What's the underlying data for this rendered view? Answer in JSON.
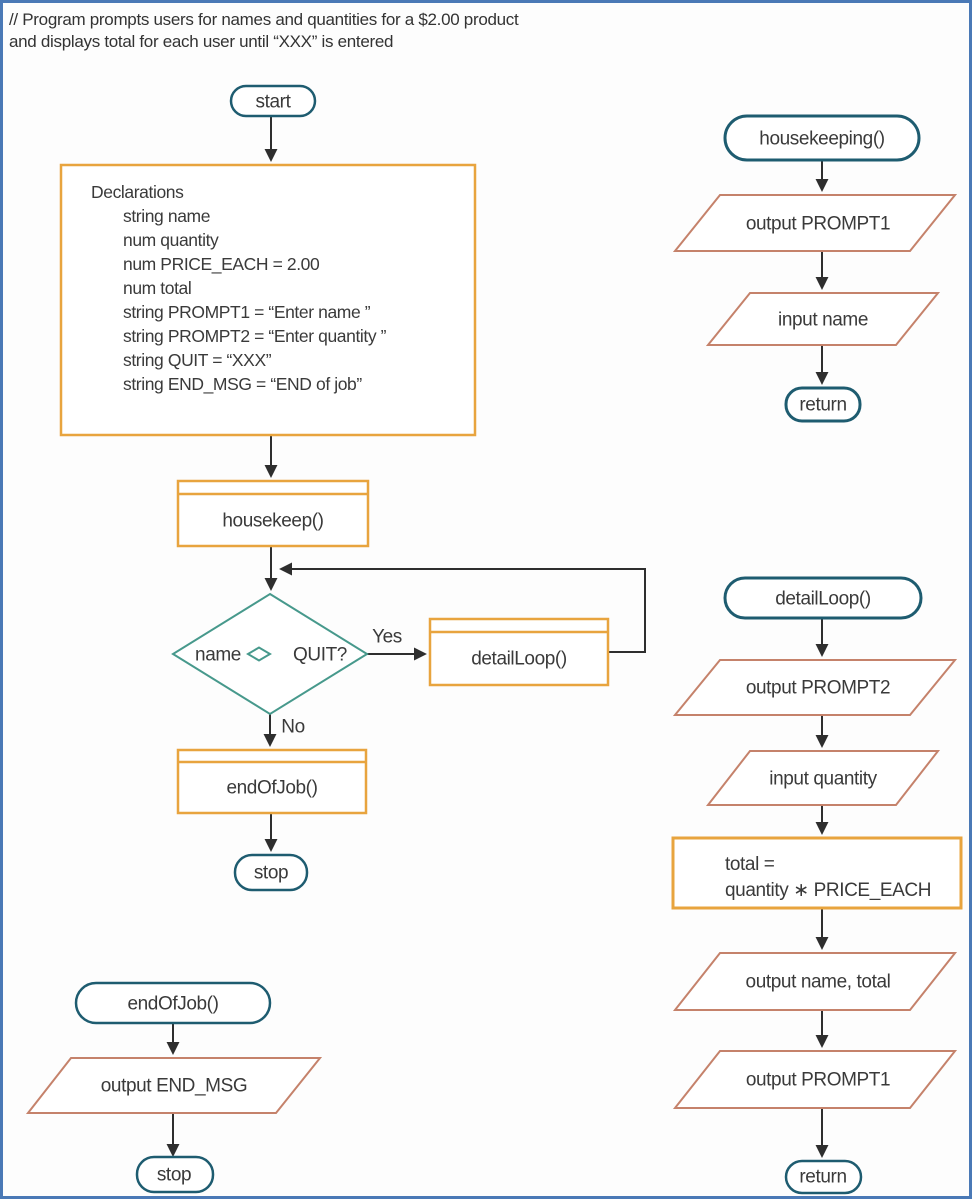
{
  "comment": {
    "line1": "// Program prompts users for names and quantities for a $2.00 product",
    "line2": "and displays total for each user until  “XXX” is entered"
  },
  "colors": {
    "page_border": "#4a79b6",
    "terminal_border": "#1e5c70",
    "process_border": "#e8a43e",
    "io_border": "#c5826b",
    "decision_border": "#47998c",
    "flow_line": "#2e2e2e",
    "text": "#3a3a3a"
  },
  "main_flow": {
    "start_label": "start",
    "declarations": {
      "title": "Declarations",
      "lines": [
        "string name",
        "num quantity",
        "num PRICE_EACH = 2.00",
        "num total",
        "string PROMPT1 = “Enter name ”",
        "string PROMPT2 = “Enter quantity ”",
        "string QUIT = “XXX”",
        "string END_MSG = “END of job”"
      ]
    },
    "housekeep_label": "housekeep()",
    "decision": {
      "left": "name",
      "operator": "not-equal-diamond",
      "right": "QUIT?",
      "yes_label": "Yes",
      "no_label": "No"
    },
    "detailloop_label": "detailLoop()",
    "endofjob_label": "endOfJob()",
    "stop_label": "stop"
  },
  "housekeeping_sub": {
    "title": "housekeeping()",
    "step1": "output PROMPT1",
    "step2": "input name",
    "return_label": "return"
  },
  "detailloop_sub": {
    "title": "detailLoop()",
    "step1": "output PROMPT2",
    "step2": "input quantity",
    "total_line1": "total =",
    "total_line2": "quantity ∗ PRICE_EACH",
    "step3": "output name, total",
    "step4": "output PROMPT1",
    "return_label": "return"
  },
  "endofjob_sub": {
    "title": "endOfJob()",
    "step1": "output END_MSG",
    "stop_label": "stop"
  }
}
